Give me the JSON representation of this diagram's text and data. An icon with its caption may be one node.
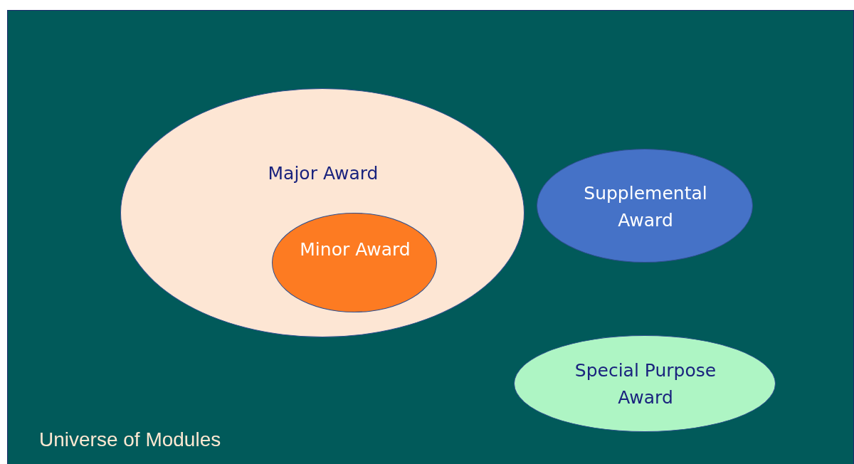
{
  "diagram": {
    "nodes": [
      {
        "text": [
          "Universe of Modules"
        ]
      },
      {
        "text": [
          "Major Award"
        ],
        "in": 0
      },
      {
        "text": [
          "Minor Award"
        ],
        "in": 1
      },
      {
        "text": [
          "Supplemental Award"
        ],
        "in": 0
      },
      {
        "text": [
          "Special Purpose Award"
        ],
        "in": 0
      }
    ],
    "edges": []
  }
}
